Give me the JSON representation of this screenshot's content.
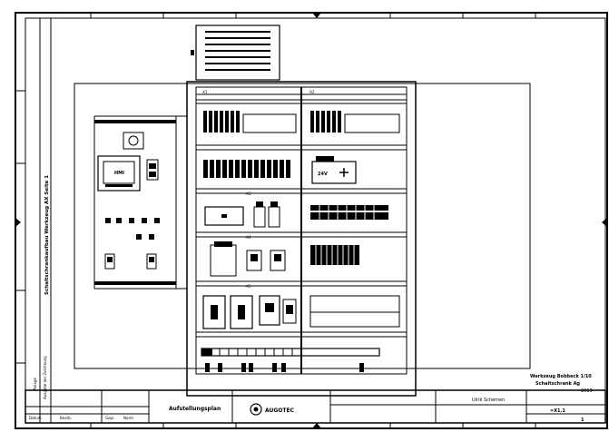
{
  "title_block": {
    "drawing_title": "Aufstellungsplan",
    "company": "AUGOTEC",
    "right_line1": "Werkzeug Bobbeck 1/10",
    "right_line2": "Schaltschrank Ag",
    "right_line3": "2019",
    "sheet": "=X1.1",
    "sheet_num": "1",
    "description": "Ulrik Schemen",
    "cols": [
      "Datum",
      "Bearb.",
      "Gepr.",
      "Norm"
    ]
  },
  "side_label": "Schaltschrankaufbau Werkzeug AX Seite 1",
  "side_small1": "Anlage",
  "side_small2": "Ausgabe der Zeichnung",
  "display_label": "HMI",
  "psu_label": "24V",
  "row_labels": [
    "-X1",
    "-X2",
    "-X3",
    "-X4",
    "-X5"
  ]
}
